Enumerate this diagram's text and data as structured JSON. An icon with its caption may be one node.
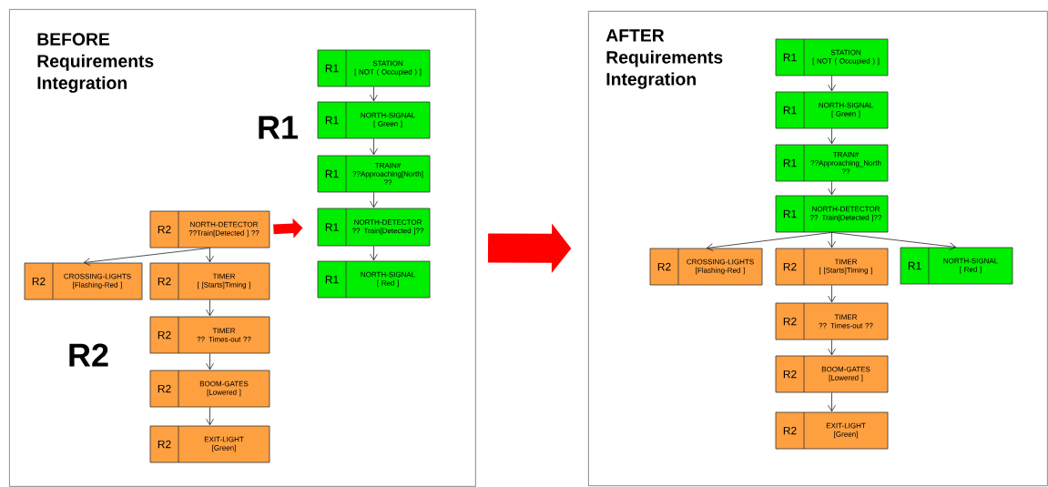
{
  "diagram": {
    "nodes": [
      {
        "text": [
          "BEFORE Requirements Integration"
        ]
      },
      {
        "text": [
          "R1",
          "STATION",
          "[ NOT ( Occupied ) ]"
        ],
        "in": 0
      },
      {
        "text": [
          "R1",
          "NORTH-SIGNAL",
          "[ Green ]"
        ],
        "in": 0
      },
      {
        "text": [
          "R1",
          "TRAIN#",
          "??Approaching[North] ??"
        ],
        "in": 0
      },
      {
        "text": [
          "R1",
          "NORTH-DETECTOR",
          "?? Train[Detected ]??"
        ],
        "in": 0
      },
      {
        "text": [
          "R1",
          "NORTH-SIGNAL",
          "[ Red ]"
        ],
        "in": 0
      },
      {
        "text": [
          "R2",
          "NORTH-DETECTOR",
          "??Train[Detected ] ??"
        ],
        "in": 0
      },
      {
        "text": [
          "R2",
          "CROSSING-LIGHTS",
          "[Flashing-Red ]"
        ],
        "in": 0
      },
      {
        "text": [
          "R2",
          "TIMER",
          "[ [Starts]Timing ]"
        ],
        "in": 0
      },
      {
        "text": [
          "R2",
          "TIMER",
          "?? Times-out ??"
        ],
        "in": 0
      },
      {
        "text": [
          "R2",
          "BOOM-GATES",
          "[Lowered ]"
        ],
        "in": 0
      },
      {
        "text": [
          "R2",
          "EXIT-LIGHT",
          "[Green]"
        ],
        "in": 0
      },
      {
        "text": [
          "AFTER Requirements Integration"
        ]
      },
      {
        "text": [
          "R1",
          "STATION",
          "[ NOT ( Occupied ) ]"
        ],
        "in": 12
      },
      {
        "text": [
          "R1",
          "NORTH-SIGNAL",
          "[ Green ]"
        ],
        "in": 12
      },
      {
        "text": [
          "R1",
          "TRAIN#",
          "??Approaching_North ??"
        ],
        "in": 12
      },
      {
        "text": [
          "R1",
          "NORTH-DETECTOR",
          "?? Train[Detected ]??"
        ],
        "in": 12
      },
      {
        "text": [
          "R2",
          "CROSSING-LIGHTS",
          "[Flashing-Red ]"
        ],
        "in": 12
      },
      {
        "text": [
          "R2",
          "TIMER",
          "[ [Starts]Timing ]"
        ],
        "in": 12
      },
      {
        "text": [
          "R1",
          "NORTH-SIGNAL",
          "[ Red ]"
        ],
        "in": 12
      },
      {
        "text": [
          "R2",
          "TIMER",
          "?? Times-out ??"
        ],
        "in": 12
      },
      {
        "text": [
          "R2",
          "BOOM-GATES",
          "[Lowered ]"
        ],
        "in": 12
      },
      {
        "text": [
          "R2",
          "EXIT-LIGHT",
          "[Green]"
        ],
        "in": 12
      }
    ],
    "edges": [
      {
        "from": 1,
        "to": 2,
        "arrow": "to"
      },
      {
        "from": 2,
        "to": 3,
        "arrow": "to"
      },
      {
        "from": 3,
        "to": 4,
        "arrow": "to"
      },
      {
        "from": 4,
        "to": 5,
        "arrow": "to"
      },
      {
        "from": 6,
        "to": 7,
        "arrow": "to"
      },
      {
        "from": 6,
        "to": 8,
        "arrow": "to"
      },
      {
        "from": 8,
        "to": 9,
        "arrow": "to"
      },
      {
        "from": 9,
        "to": 10,
        "arrow": "to"
      },
      {
        "from": 10,
        "to": 11,
        "arrow": "to"
      },
      {
        "from": 6,
        "to": 4,
        "arrow": "to",
        "style": "thick",
        "color": "#ff0000"
      },
      {
        "from": 0,
        "to": 12,
        "arrow": "to",
        "style": "thick",
        "color": "#ff0000"
      },
      {
        "from": 13,
        "to": 14,
        "arrow": "to"
      },
      {
        "from": 14,
        "to": 15,
        "arrow": "to"
      },
      {
        "from": 15,
        "to": 16,
        "arrow": "to"
      },
      {
        "from": 16,
        "to": 17,
        "arrow": "to"
      },
      {
        "from": 16,
        "to": 18,
        "arrow": "to"
      },
      {
        "from": 16,
        "to": 19,
        "arrow": "to"
      },
      {
        "from": 18,
        "to": 20,
        "arrow": "to"
      },
      {
        "from": 20,
        "to": 21,
        "arrow": "to"
      },
      {
        "from": 21,
        "to": 22,
        "arrow": "to"
      }
    ],
    "labels": [
      "R1",
      "R2"
    ]
  }
}
